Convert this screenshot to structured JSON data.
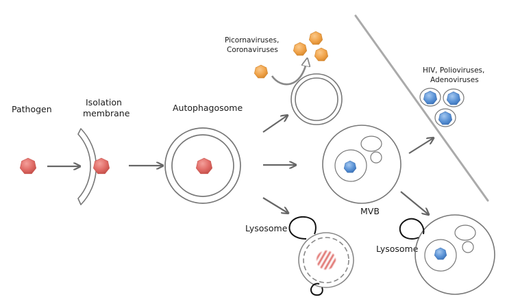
{
  "diagram": {
    "title": "Autophagy pathways exploited by viruses",
    "colors": {
      "pathogen": "#e06b66",
      "pathogen_dark": "#b84842",
      "orange_virus": "#f0a34a",
      "orange_virus_dark": "#c67a22",
      "blue_virus": "#5b93d6",
      "blue_virus_dark": "#2f66a8",
      "membrane": "#7a7a7a",
      "lysosome": "#111111",
      "arrow": "#666666",
      "divider": "#aaaaaa"
    },
    "labels": {
      "pathogen": "Pathogen",
      "isolation_membrane_line1": "Isolation",
      "isolation_membrane_line2": "membrane",
      "autophagosome": "Autophagosome",
      "picornaviruses_line1": "Picornaviruses,",
      "picornaviruses_line2": "Coronaviruses",
      "hiv_line1": "HIV, Polioviruses,",
      "hiv_line2": "Adenoviruses",
      "mvb": "MVB",
      "lysosome_1": "Lysosome",
      "lysosome_2": "Lysosome"
    },
    "nodes": [
      "Pathogen",
      "Isolation membrane",
      "Autophagosome",
      "Double-membrane vesicle (virus release)",
      "MVB",
      "Autolysosome (degradation)",
      "Exosome release",
      "MVB-lysosome fusion"
    ],
    "edges": [
      {
        "from": "Pathogen",
        "to": "Isolation membrane"
      },
      {
        "from": "Isolation membrane",
        "to": "Autophagosome"
      },
      {
        "from": "Autophagosome",
        "to": "Double-membrane vesicle (virus release)"
      },
      {
        "from": "Autophagosome",
        "to": "MVB"
      },
      {
        "from": "Autophagosome",
        "to": "Autolysosome (degradation)"
      },
      {
        "from": "MVB",
        "to": "Exosome release"
      },
      {
        "from": "MVB",
        "to": "MVB-lysosome fusion"
      }
    ]
  }
}
